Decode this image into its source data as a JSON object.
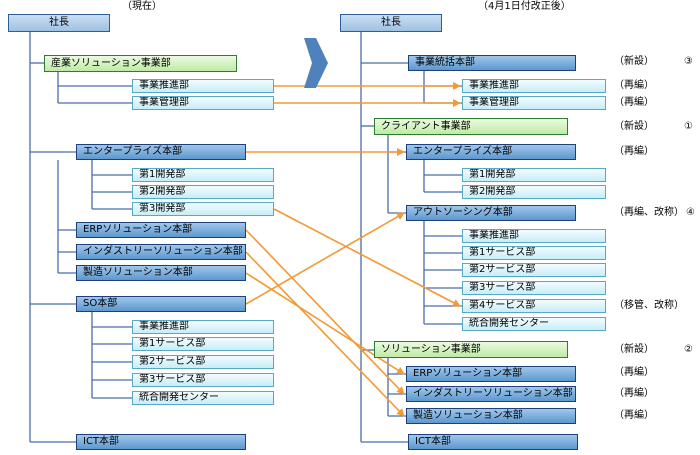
{
  "left": {
    "heading": "（現在）",
    "president": "社長",
    "units": [
      {
        "label": "産業ソリューション事業部",
        "children": [
          "事業推進部",
          "事業管理部"
        ]
      },
      {
        "label": "エンタープライズ本部",
        "children": [
          "第1開発部",
          "第2開発部",
          "第3開発部"
        ]
      },
      {
        "label": "ERPソリューション本部",
        "children": []
      },
      {
        "label": "インダストリーソリューション本部",
        "children": []
      },
      {
        "label": "製造ソリューション本部",
        "children": []
      },
      {
        "label": "SO本部",
        "children": [
          "事業推進部",
          "第1サービス部",
          "第2サービス部",
          "第3サービス部",
          "統合開発センター"
        ]
      },
      {
        "label": "ICT本部",
        "children": []
      }
    ]
  },
  "right": {
    "heading": "（4月1日付改正後）",
    "president": "社長",
    "units": [
      {
        "label": "事業統括本部",
        "note": "（新設）",
        "number": "③",
        "children": [
          "事業推進部",
          "事業管理部"
        ],
        "child_notes": [
          "（再編）",
          "（再編）"
        ]
      },
      {
        "label": "クライアント事業部",
        "note": "（新設）",
        "number": "①",
        "children": [
          {
            "label": "エンタープライズ本部",
            "note": "（再編）",
            "children": [
              "第1開発部",
              "第2開発部"
            ]
          },
          {
            "label": "アウトソーシング本部",
            "note": "（再編、改称）",
            "number": "④",
            "children": [
              "事業推進部",
              "第1サービス部",
              "第2サービス部",
              "第3サービス部",
              "第4サービス部",
              "統合開発センター"
            ],
            "child_notes": [
              "",
              "",
              "",
              "",
              "（移管、改称）",
              ""
            ]
          }
        ]
      },
      {
        "label": "ソリューション事業部",
        "note": "（新設）",
        "number": "②",
        "children": [
          "ERPソリューション本部",
          "インダストリーソリューション本部",
          "製造ソリューション本部"
        ],
        "child_notes": [
          "（再編）",
          "（再編）",
          "（再編）"
        ]
      },
      {
        "label": "ICT本部",
        "note": "",
        "children": []
      }
    ]
  },
  "colors": {
    "arrow": "#f39a35",
    "connector": "#4a6da7",
    "dark_box": "#5e97cf",
    "green_box": "#bfeaa6",
    "light_box": "#c7edf7",
    "chevron": "#4f81bd"
  }
}
